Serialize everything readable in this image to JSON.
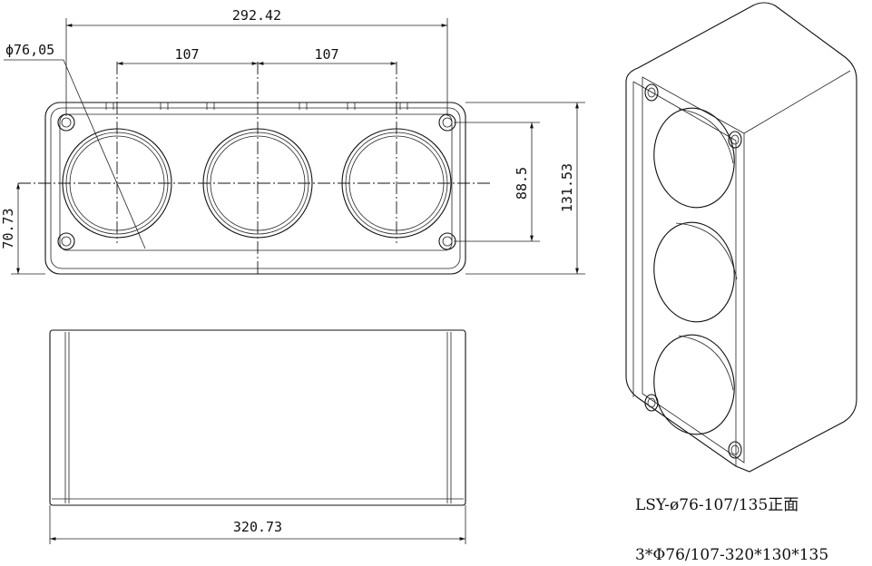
{
  "dimensions": {
    "overall_width": "292.42",
    "hole_diameter": "ϕ76,05",
    "pitch_left": "107",
    "pitch_right": "107",
    "hole_spacing_vertical": "88.5",
    "overall_height": "131.53",
    "center_height": "70.73",
    "side_width": "320.73"
  },
  "caption": {
    "model": "LSY-ø76-107/135正面",
    "spec": "3*Φ76/107-320*130*135"
  }
}
